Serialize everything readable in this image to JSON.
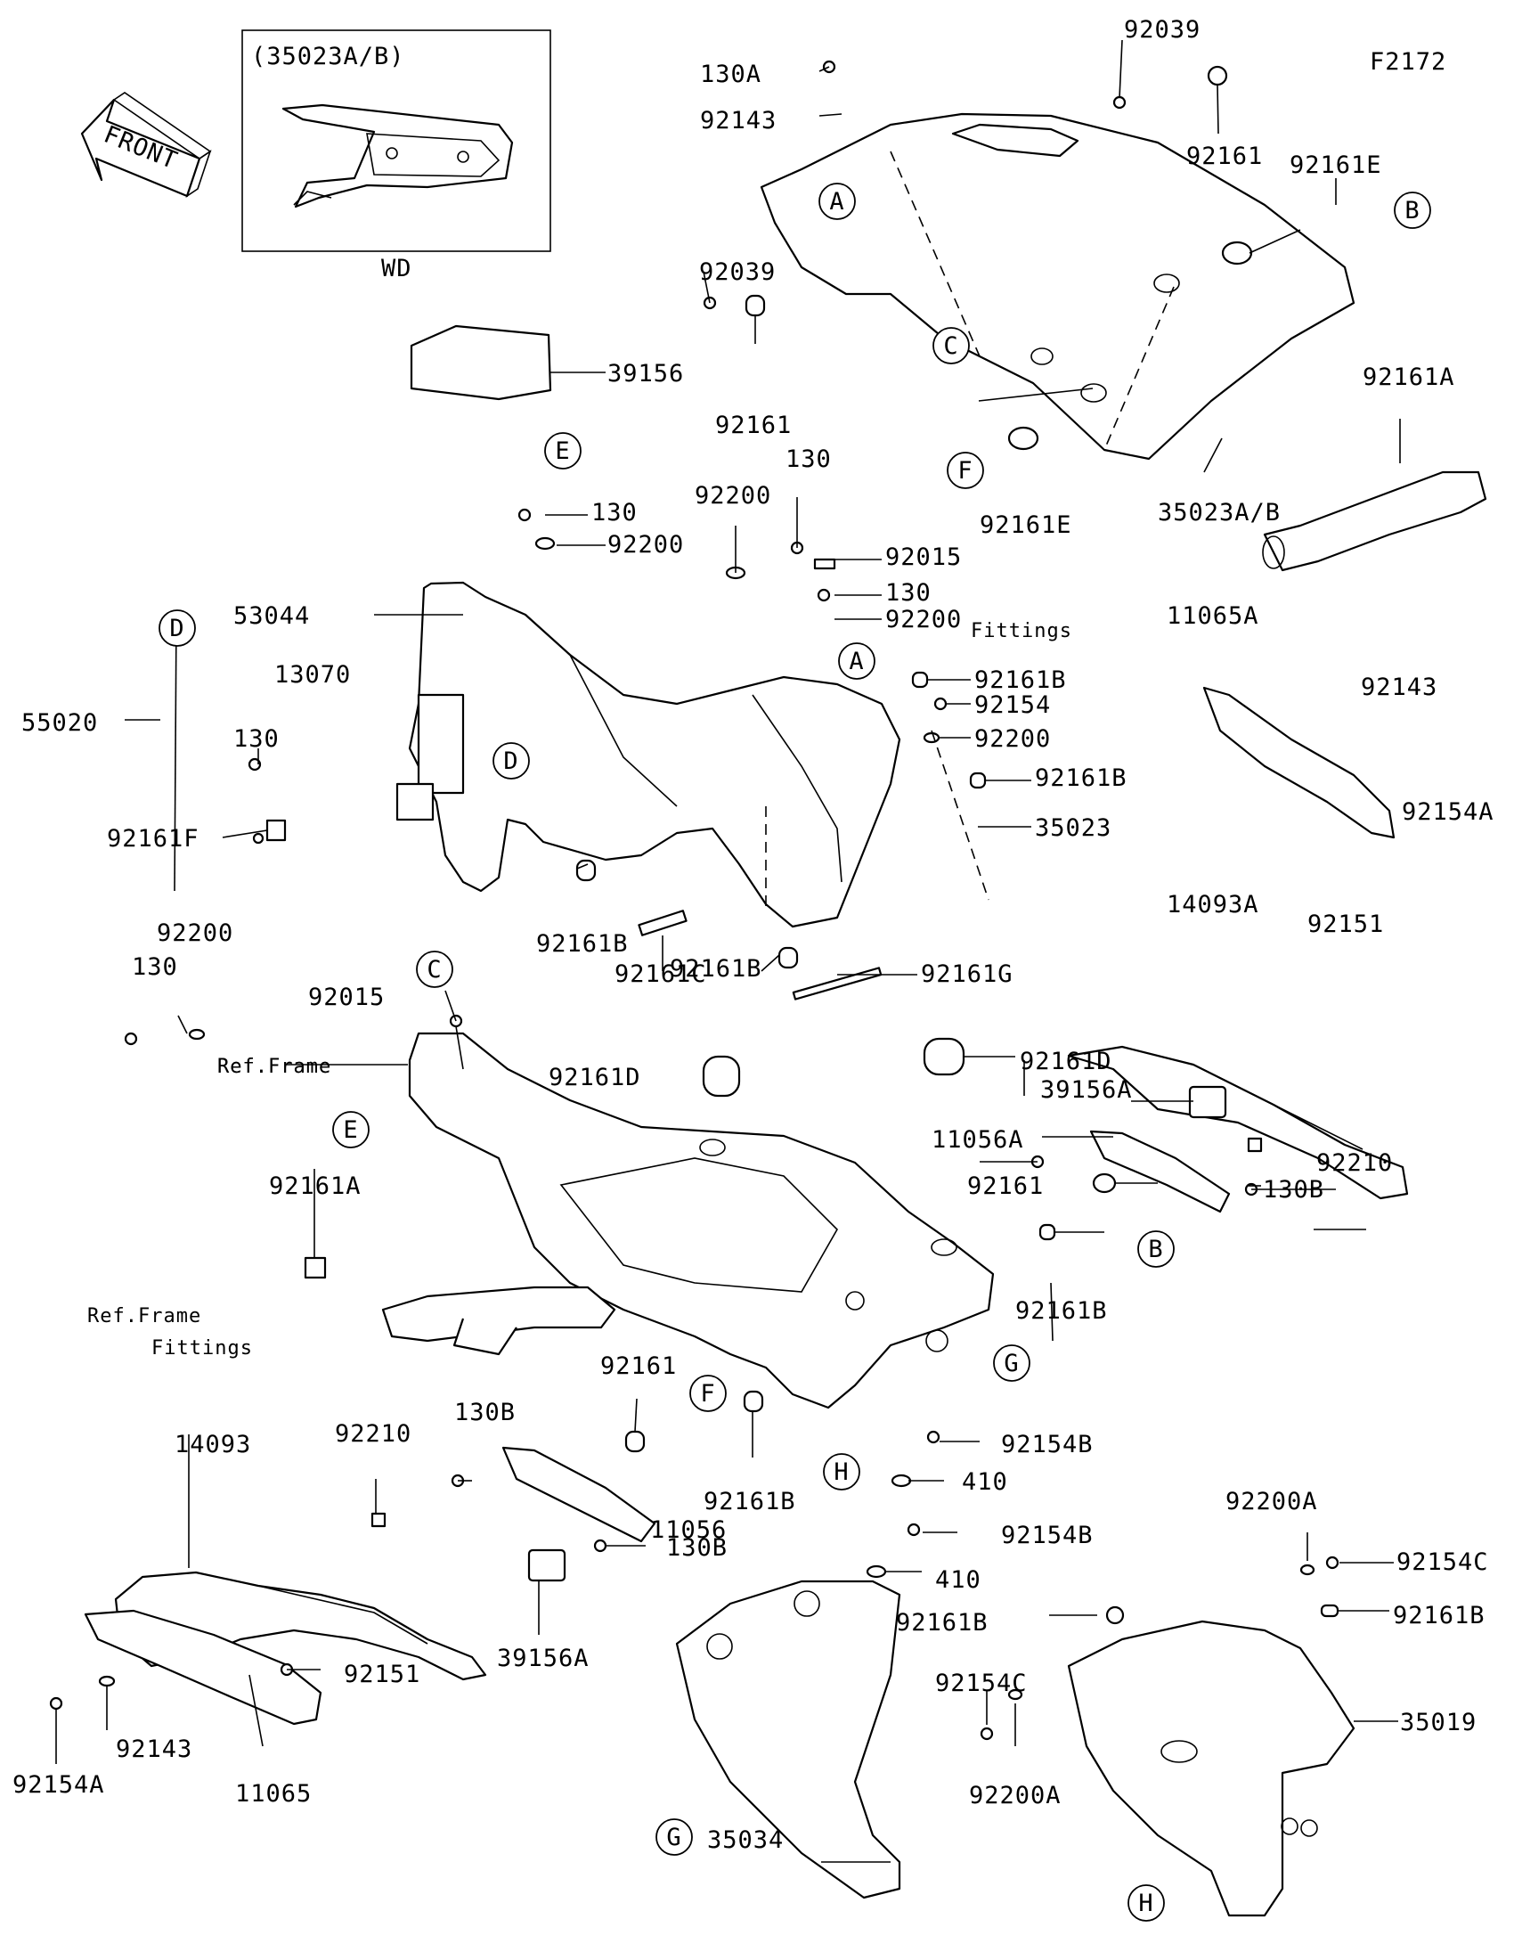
{
  "diagram": {
    "figure_code": "F2172",
    "front_arrow_text": "FRONT",
    "inset": {
      "title": "(35023A/B)",
      "caption": "WD"
    },
    "part_labels": [
      "130A",
      "92143",
      "92039",
      "92161",
      "92161E",
      "35023A/B",
      "92161A",
      "92039",
      "92161",
      "92161E",
      "39156",
      "130",
      "92200",
      "92200",
      "130",
      "92015",
      "130",
      "92200",
      "53044",
      "92161B",
      "92154",
      "92200",
      "92161B",
      "35023",
      "11065A",
      "92143",
      "92154A",
      "55020",
      "13070",
      "130",
      "92161F",
      "92161B",
      "92161C",
      "92161B",
      "92161G",
      "14093A",
      "92151",
      "92200",
      "130",
      "92015",
      "Ref.Frame",
      "92161D",
      "92161D",
      "39156A",
      "92210",
      "11056A",
      "92161",
      "130B",
      "92161A",
      "92161B",
      "Ref.Frame",
      "Fittings",
      "Ref.Frame",
      "Fittings",
      "92161",
      "130B",
      "92161B",
      "92154B",
      "410",
      "14093",
      "92210",
      "11056",
      "130B",
      "92154B",
      "410",
      "92200A",
      "92154C",
      "92161B",
      "92161B",
      "35019",
      "92151",
      "39156A",
      "92154C",
      "92143",
      "92154A",
      "11065",
      "35034",
      "92200A"
    ],
    "callouts": [
      "A",
      "B",
      "C",
      "D",
      "E",
      "F",
      "A",
      "D",
      "C",
      "E",
      "B",
      "F",
      "G",
      "H",
      "G",
      "H"
    ]
  }
}
